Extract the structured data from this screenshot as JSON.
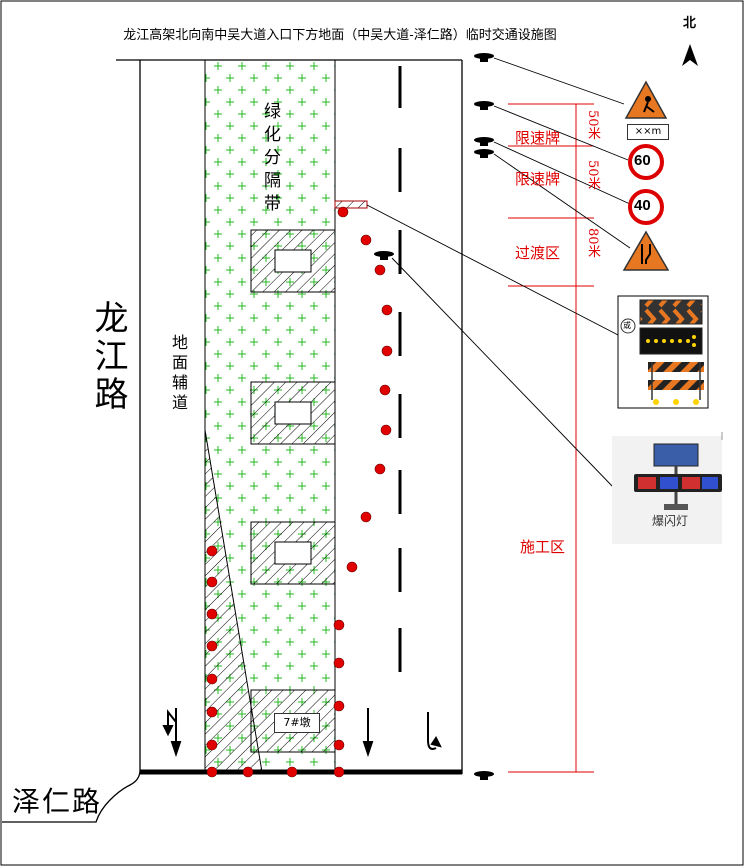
{
  "title": "龙江高架北向南中吴大道入口下方地面（中吴大道-泽仁路）临时交通设施图",
  "north": "北",
  "roads": {
    "longjiang": "龙江路",
    "zeren": "泽仁路",
    "side_road": "地面辅道",
    "greenbelt": "绿化分隔带"
  },
  "pier_label": "7#墩",
  "zones": {
    "speed_sign_1": "限速牌",
    "speed_sign_2": "限速牌",
    "transition": "过渡区",
    "work_zone": "施工区"
  },
  "distances": [
    "50米",
    "50米",
    "80米"
  ],
  "signs": {
    "distance_plate": "××m",
    "speed_60": "60",
    "speed_40": "40",
    "flash_caption": "爆闪灯",
    "arrow_board_mark": "或"
  },
  "colors": {
    "cone_red": "#e00000",
    "dimension_red": "#e00000",
    "greenbelt_cross": "#22bb22",
    "warning_orange": "#e87722"
  }
}
